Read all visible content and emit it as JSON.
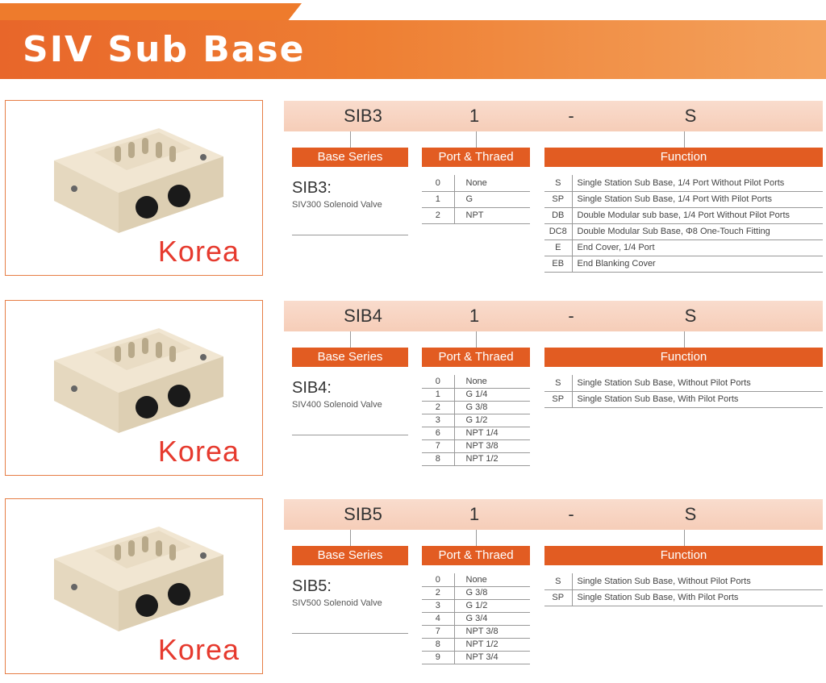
{
  "header": {
    "title": "SIV Sub Base"
  },
  "labels": {
    "base_series": "Base Series",
    "port_thread": "Port & Thraed",
    "function": "Function",
    "origin": "Korea"
  },
  "sections": [
    {
      "code_parts": [
        "SIB3",
        "1",
        "-",
        "S"
      ],
      "series_code": "SIB3:",
      "series_desc": "SIV300 Solenoid Valve",
      "ports": [
        {
          "code": "0",
          "name": "None"
        },
        {
          "code": "1",
          "name": "G"
        },
        {
          "code": "2",
          "name": "NPT"
        }
      ],
      "functions": [
        {
          "code": "S",
          "name": "Single Station Sub Base, 1/4 Port Without Pilot Ports"
        },
        {
          "code": "SP",
          "name": "Single Station Sub Base, 1/4 Port With Pilot Ports"
        },
        {
          "code": "DB",
          "name": "Double Modular sub base, 1/4 Port Without Pilot Ports"
        },
        {
          "code": "DC8",
          "name": "Double Modular Sub Base, Φ8 One-Touch Fitting"
        },
        {
          "code": "E",
          "name": "End Cover, 1/4 Port"
        },
        {
          "code": "EB",
          "name": "End Blanking Cover"
        }
      ]
    },
    {
      "code_parts": [
        "SIB4",
        "1",
        "-",
        "S"
      ],
      "series_code": "SIB4:",
      "series_desc": "SIV400 Solenoid Valve",
      "ports": [
        {
          "code": "0",
          "name": "None"
        },
        {
          "code": "1",
          "name": "G 1/4"
        },
        {
          "code": "2",
          "name": "G 3/8"
        },
        {
          "code": "3",
          "name": "G 1/2"
        },
        {
          "code": "6",
          "name": "NPT 1/4"
        },
        {
          "code": "7",
          "name": "NPT 3/8"
        },
        {
          "code": "8",
          "name": "NPT 1/2"
        }
      ],
      "functions": [
        {
          "code": "S",
          "name": "Single Station Sub Base, Without Pilot Ports"
        },
        {
          "code": "SP",
          "name": "Single Station Sub Base, With Pilot Ports"
        }
      ]
    },
    {
      "code_parts": [
        "SIB5",
        "1",
        "-",
        "S"
      ],
      "series_code": "SIB5:",
      "series_desc": "SIV500 Solenoid Valve",
      "ports": [
        {
          "code": "0",
          "name": "None"
        },
        {
          "code": "2",
          "name": "G 3/8"
        },
        {
          "code": "3",
          "name": "G 1/2"
        },
        {
          "code": "4",
          "name": "G 3/4"
        },
        {
          "code": "7",
          "name": "NPT 3/8"
        },
        {
          "code": "8",
          "name": "NPT 1/2"
        },
        {
          "code": "9",
          "name": "NPT 3/4"
        }
      ],
      "functions": [
        {
          "code": "S",
          "name": "Single Station Sub Base, Without Pilot Ports"
        },
        {
          "code": "SP",
          "name": "Single Station Sub Base, With Pilot Ports"
        }
      ]
    }
  ],
  "colors": {
    "accent": "#e25c22",
    "header": "#ee7b2c",
    "code_bar": "#f7d3c0",
    "origin_text": "#e63a2e"
  }
}
